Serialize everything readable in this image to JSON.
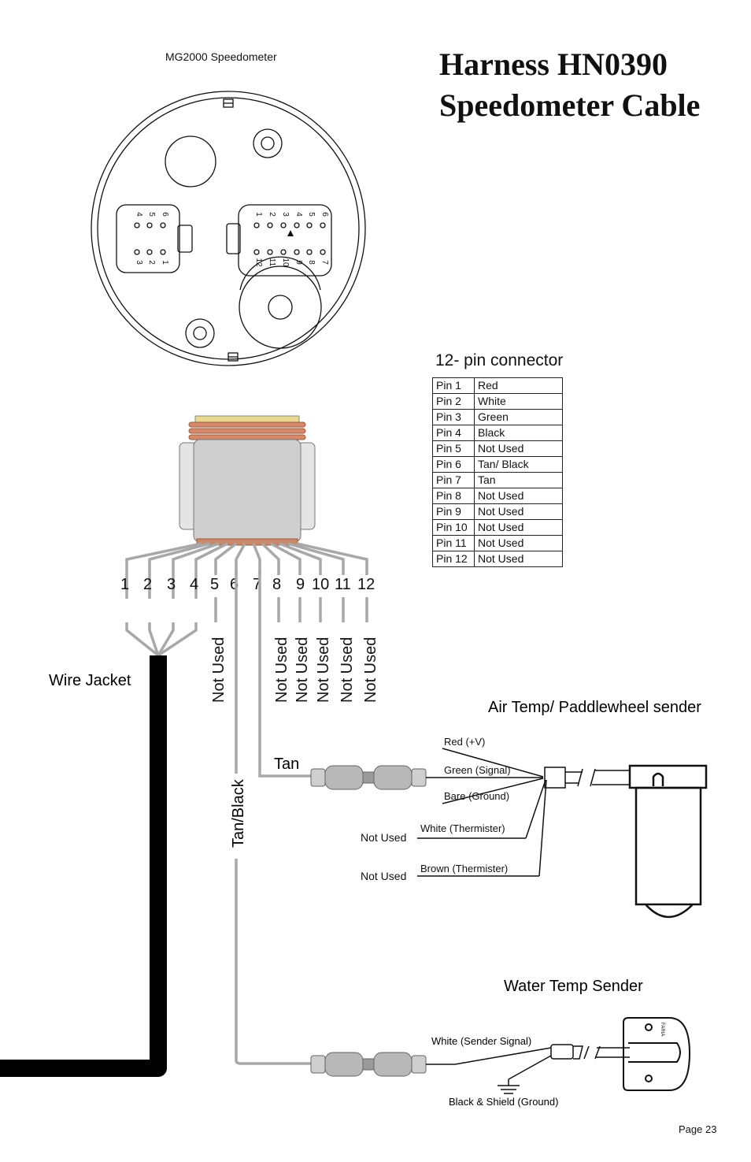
{
  "title": {
    "line1": "Harness HN0390",
    "line2": "Speedometer Cable"
  },
  "subtitle": "MG2000 Speedometer",
  "connector_title": "12- pin connector",
  "pins": [
    {
      "pin": "Pin 1",
      "color": "Red"
    },
    {
      "pin": "Pin 2",
      "color": "White"
    },
    {
      "pin": "Pin 3",
      "color": "Green"
    },
    {
      "pin": "Pin 4",
      "color": "Black"
    },
    {
      "pin": "Pin 5",
      "color": "Not Used"
    },
    {
      "pin": "Pin 6",
      "color": "Tan/ Black"
    },
    {
      "pin": "Pin 7",
      "color": "Tan"
    },
    {
      "pin": "Pin 8",
      "color": "Not Used"
    },
    {
      "pin": "Pin 9",
      "color": "Not Used"
    },
    {
      "pin": "Pin 10",
      "color": "Not Used"
    },
    {
      "pin": "Pin 11",
      "color": "Not Used"
    },
    {
      "pin": "Pin 12",
      "color": "Not Used"
    }
  ],
  "wire_numbers": [
    "1",
    "2",
    "3",
    "4",
    "5",
    "6",
    "7",
    "8",
    "9",
    "10",
    "11",
    "12"
  ],
  "wire_labels": {
    "not_used": "Not Used",
    "wire_jacket": "Wire Jacket",
    "tan": "Tan",
    "tan_black": "Tan/Black"
  },
  "face_pin_labels": {
    "six_top": [
      "6",
      "5",
      "4"
    ],
    "six_bottom": [
      "1",
      "2",
      "3"
    ],
    "twelve_top": [
      "6",
      "5",
      "4",
      "3",
      "2",
      "1"
    ],
    "twelve_bottom": [
      "7",
      "8",
      "9",
      "10",
      "11",
      "12"
    ]
  },
  "air_sender": {
    "title": "Air Temp/ Paddlewheel sender",
    "wires": [
      "Red (+V)",
      "Green (Signal)",
      "Bare (Ground)",
      "White (Thermister)",
      "Brown (Thermister)"
    ],
    "not_used": "Not Used"
  },
  "water_sender": {
    "title": "Water Temp Sender",
    "signal": "White (Sender Signal)",
    "ground": "Black & Shield (Ground)",
    "tiny_label": "FARIA"
  },
  "page": "Page 23"
}
